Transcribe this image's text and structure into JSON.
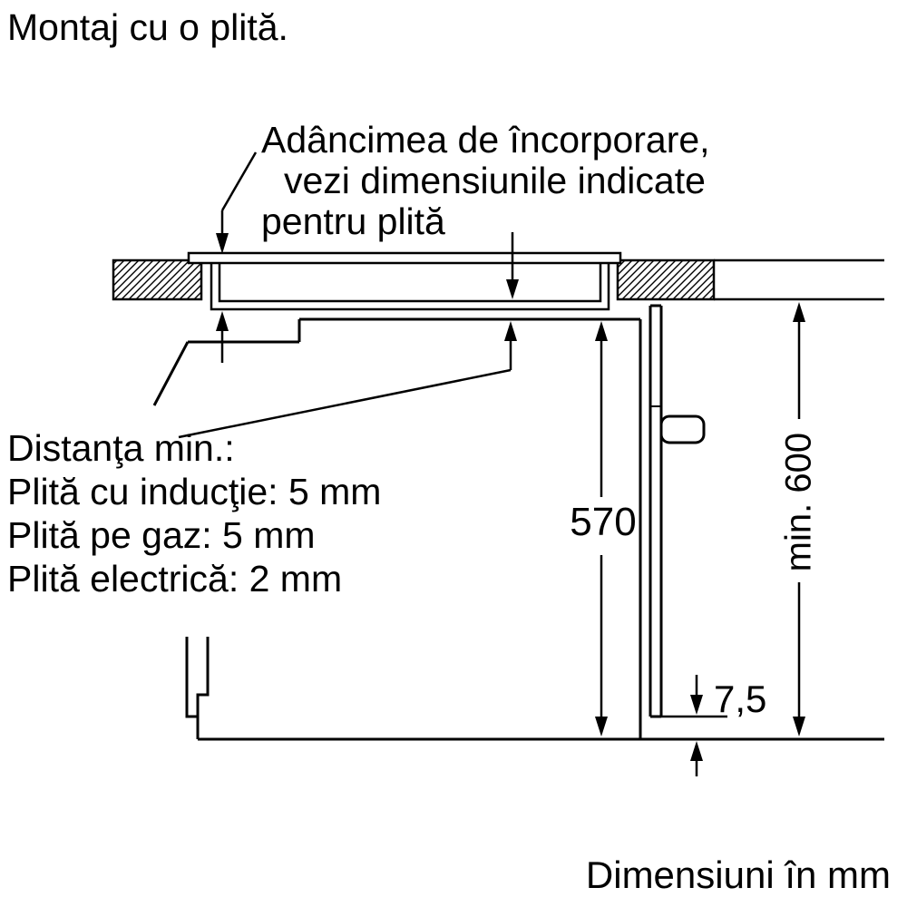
{
  "title": "Montaj cu o plită.",
  "annotation": {
    "line1": "Adâncimea de încorporare,",
    "line2": "vezi dimensiunile indicate",
    "line3": "pentru plită"
  },
  "min_distance": {
    "heading": "Distanţa min.:",
    "induction": "Plită cu inducţie: 5 mm",
    "gas": "Plită pe gaz: 5 mm",
    "electric": "Plită electrică: 2 mm"
  },
  "dimensions": {
    "oven_height_mm": "570",
    "niche_min_height": "min. 600",
    "bottom_gap_mm": "7,5"
  },
  "footer_note": "Dimensiuni în mm",
  "colors": {
    "line": "#000000",
    "background": "#ffffff",
    "text": "#000000"
  }
}
